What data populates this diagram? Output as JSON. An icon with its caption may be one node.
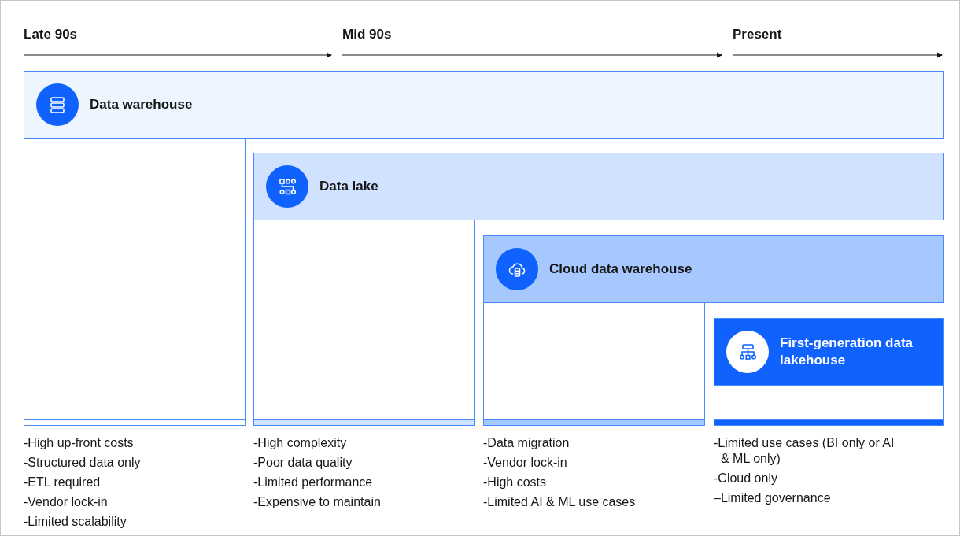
{
  "diagram": {
    "nodes": [
      {
        "text": [
          "Data warehouse"
        ],
        "beside": [
          "-High up-front costs",
          "-Structured data only",
          "-ETL required",
          "-Vendor lock-in",
          "-Limited scalability"
        ]
      },
      {
        "text": [
          "Data lake"
        ],
        "beside": [
          "-High complexity",
          "-Poor data quality",
          "-Limited performance",
          "-Expensive to maintain"
        ]
      },
      {
        "text": [
          "Cloud data warehouse"
        ],
        "beside": [
          "-Data migration",
          "-Vendor lock-in",
          "-High costs",
          "-Limited AI & ML use cases"
        ]
      },
      {
        "text": [
          "First-generation data lakehouse"
        ],
        "beside": [
          "-Limited use cases (BI only or AI & ML only)",
          "-Cloud only",
          "–Limited governance"
        ]
      }
    ],
    "labels": [
      "Late 90s",
      "Mid 90s",
      "Present"
    ]
  }
}
